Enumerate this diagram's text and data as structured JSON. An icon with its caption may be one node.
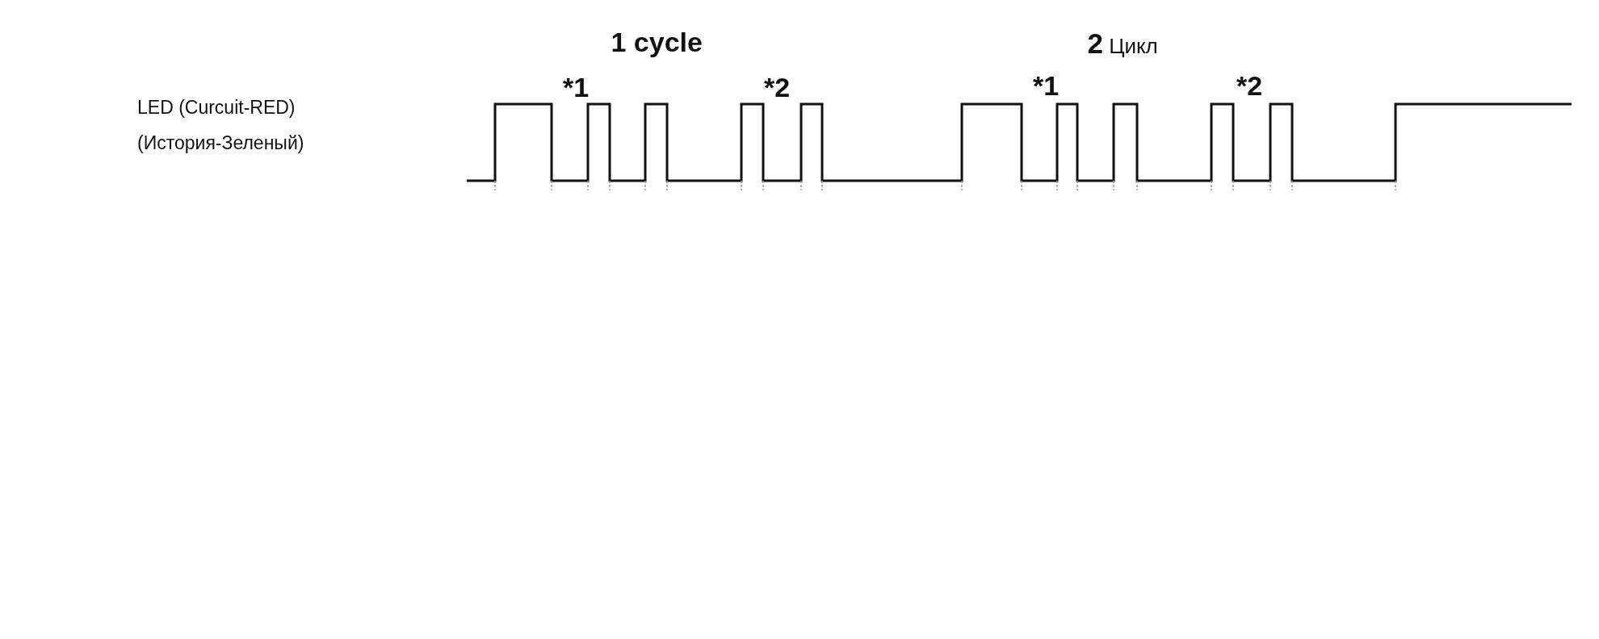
{
  "diagram": {
    "labels": [
      "1 cycle",
      "**2** Цикл",
      "*1",
      "*2",
      "*1",
      "*2",
      "LED (Curcuit-RED)",
      "(История-Зеленый)"
    ]
  }
}
